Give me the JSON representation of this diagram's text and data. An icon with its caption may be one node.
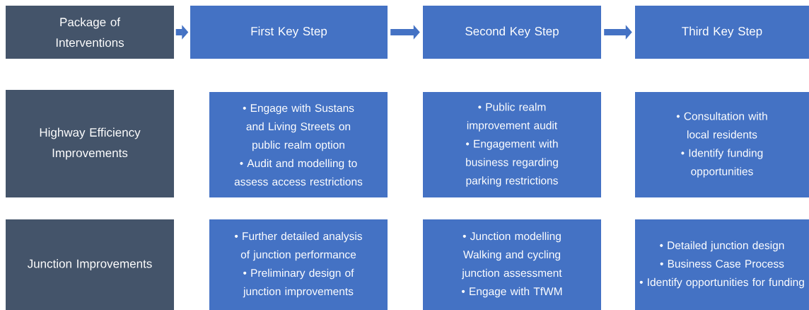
{
  "diagram": {
    "nodes": [
      {
        "text": [
          "Package of Interventions"
        ]
      },
      {
        "text": [
          "First Key Step"
        ]
      },
      {
        "text": [
          "Second Key Step"
        ]
      },
      {
        "text": [
          "Third Key Step"
        ]
      },
      {
        "text": [
          "Highway Efficiency Improvements"
        ]
      },
      {
        "text": [
          "• Engage with Sustans and Living Streets on public realm option",
          "• Audit and modelling to assess access restrictions"
        ]
      },
      {
        "text": [
          "• Public realm improvement audit",
          "• Engagement with business regarding parking restrictions"
        ]
      },
      {
        "text": [
          "• Consultation with local residents",
          "• Identify funding opportunities"
        ]
      },
      {
        "text": [
          "Junction Improvements"
        ]
      },
      {
        "text": [
          "• Further detailed analysis of junction performance",
          "• Preliminary design of junction improvements"
        ]
      },
      {
        "text": [
          "• Junction modelling",
          "Walking and cycling junction assessment",
          "• Engage with TfWM"
        ]
      },
      {
        "text": [
          "• Detailed junction design",
          "• Business Case Process",
          "• Identify opportunities for funding"
        ]
      }
    ],
    "edges": [
      {
        "from": 0,
        "to": 1,
        "arrow": "to"
      },
      {
        "from": 1,
        "to": 2,
        "arrow": "to"
      },
      {
        "from": 2,
        "to": 3,
        "arrow": "to"
      }
    ]
  }
}
